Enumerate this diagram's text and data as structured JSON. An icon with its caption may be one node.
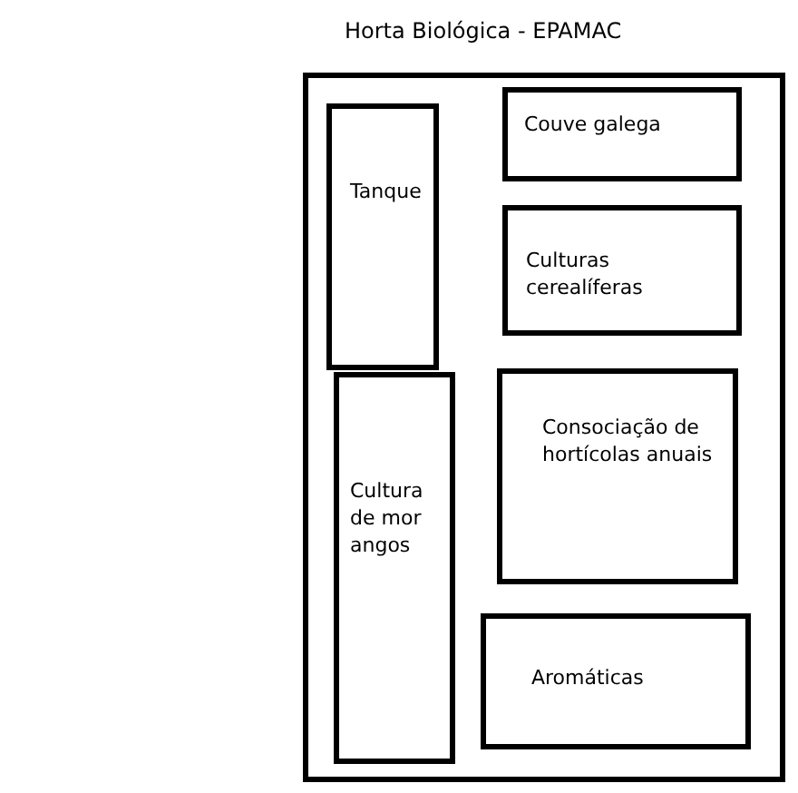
{
  "diagram": {
    "title": "Horta Biológica - EPAMAC",
    "nodes": [
      {
        "text": [],
        "shape": "box"
      },
      {
        "text": [
          "Tanque"
        ],
        "in": 0
      },
      {
        "text": [
          "Couve galega"
        ],
        "in": 0
      },
      {
        "text": [
          "Culturas cerealíferas"
        ],
        "in": 0
      },
      {
        "text": [
          "Consociação de hortícolas anuais"
        ],
        "in": 0
      },
      {
        "text": [
          "Cultura de morangos"
        ],
        "in": 0
      },
      {
        "text": [
          "Aromáticas"
        ],
        "in": 0
      }
    ],
    "edges": []
  }
}
